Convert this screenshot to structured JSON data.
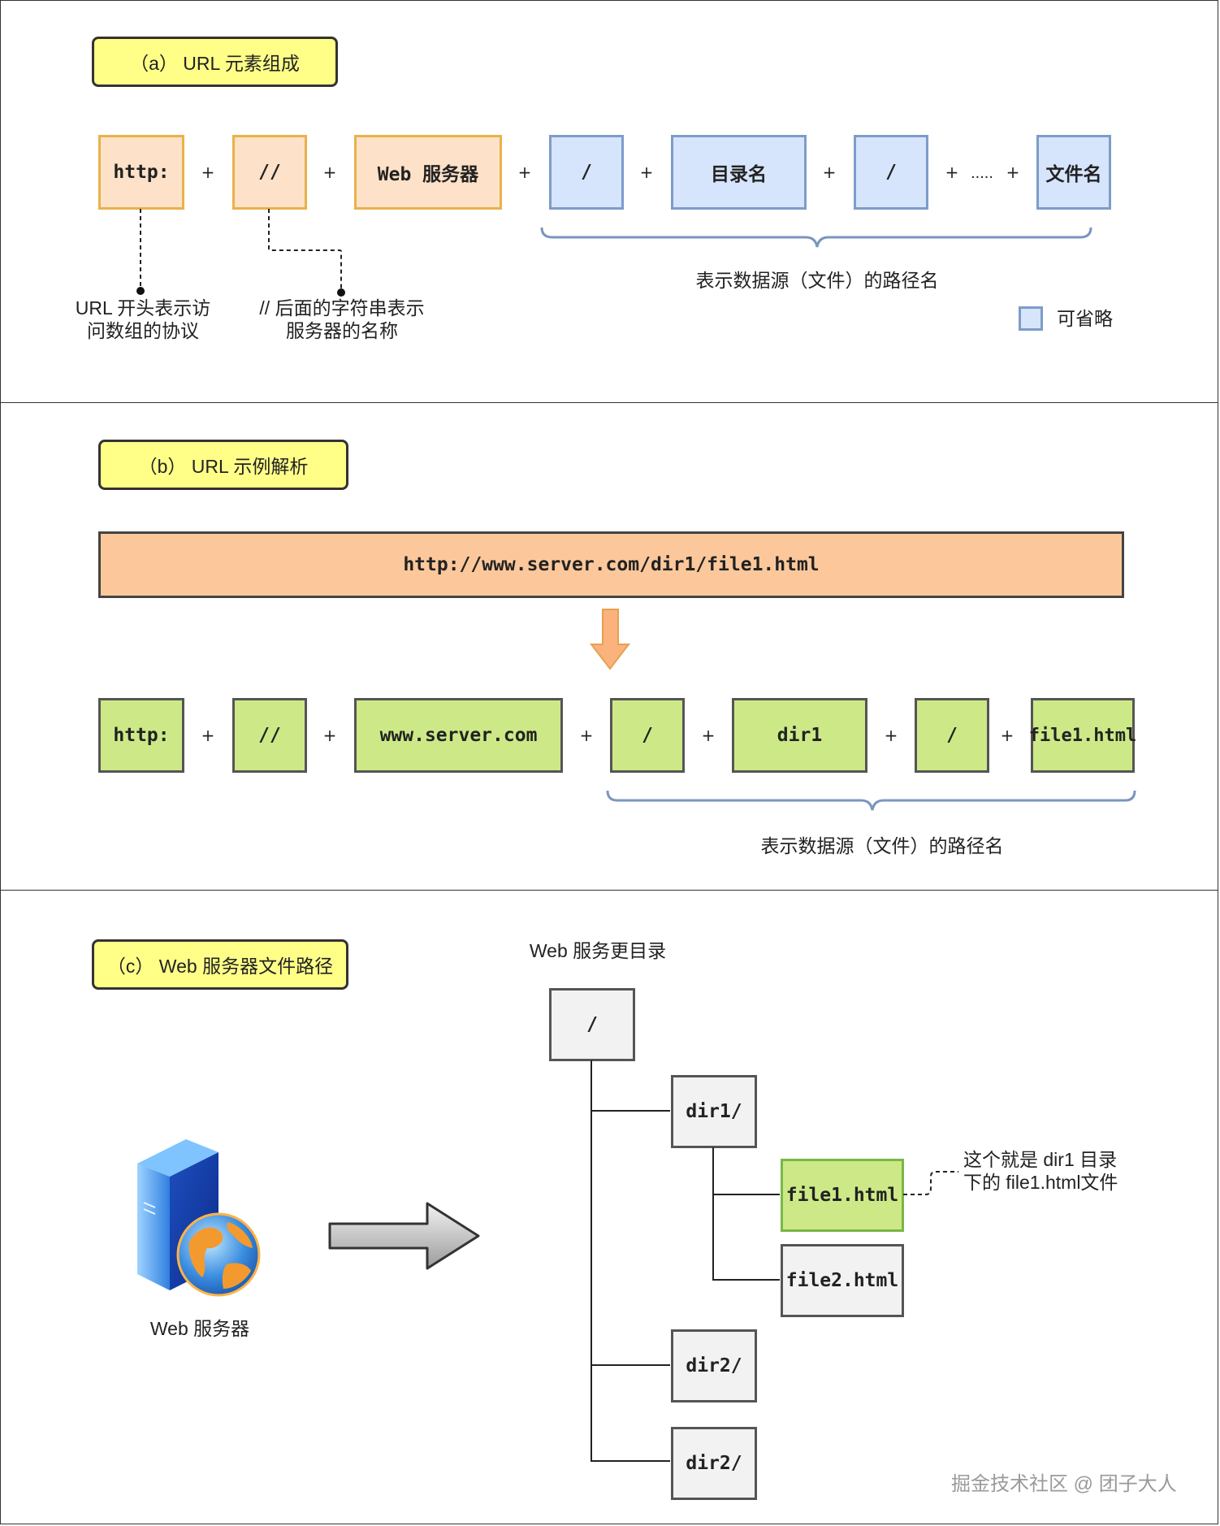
{
  "colors": {
    "title_bg": "#ffff88",
    "orange_fill": "#fde1c8",
    "orange_border": "#e8b24a",
    "blue_fill": "#d6e5fb",
    "blue_border": "#7e9cc9",
    "green_fill": "#cde987",
    "grey_fill": "#f2f2f2",
    "url_bar_fill": "#fcc89b",
    "brace_color": "#7a95bf"
  },
  "panel_a": {
    "title": "（a） URL 元素组成",
    "components": [
      "http:",
      "//",
      "Web 服务器",
      "/",
      "目录名",
      "/",
      "文件名"
    ],
    "plus": "+",
    "ellipsis": ".....",
    "brace_label": "表示数据源（文件）的路径名",
    "note_protocol_line1": "URL 开头表示访",
    "note_protocol_line2": "问数组的协议",
    "note_server_line1": "// 后面的字符串表示",
    "note_server_line2": "服务器的名称",
    "legend_label": "可省略"
  },
  "panel_b": {
    "title": "（b） URL 示例解析",
    "url": "http://www.server.com/dir1/file1.html",
    "components": [
      "http:",
      "//",
      "www.server.com",
      "/",
      "dir1",
      "/",
      "file1.html"
    ],
    "plus": "+",
    "brace_label": "表示数据源（文件）的路径名"
  },
  "panel_c": {
    "title": "（c） Web 服务器文件路径",
    "root_label": "Web 服务更目录",
    "server_label": "Web 服务器",
    "root": "/",
    "dir1": "dir1/",
    "file1": "file1.html",
    "file2": "file2.html",
    "dir2a": "dir2/",
    "dir2b": "dir2/",
    "note_line1": "这个就是 dir1 目录",
    "note_line2": "下的 file1.html文件",
    "icon": "server-globe-icon",
    "arrow_icon": "arrow-right-icon"
  },
  "watermark": "掘金技术社区 @ 团子大人"
}
